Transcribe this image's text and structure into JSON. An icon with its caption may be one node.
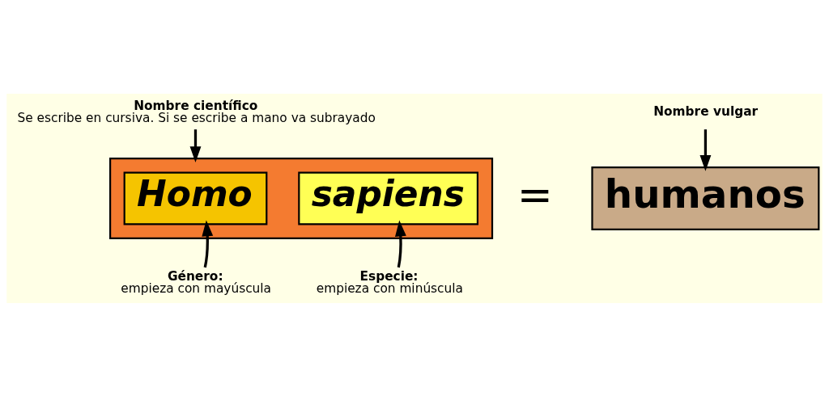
{
  "diagram": {
    "nodes": [
      {
        "text": [],
        "shape": "box"
      },
      {
        "text": [
          "Homo"
        ],
        "in": 0
      },
      {
        "text": [
          "sapiens"
        ],
        "in": 0
      },
      {
        "text": [
          "humanos"
        ]
      },
      {
        "text": [
          "Nombre científico",
          "Se escribe en cursiva. Si se escribe a mano va subrayado"
        ]
      },
      {
        "text": [
          "Nombre vulgar"
        ]
      },
      {
        "text": [
          "Género:",
          "empieza con mayúscula"
        ]
      },
      {
        "text": [
          "Especie:",
          "empieza con minúscula"
        ]
      }
    ],
    "edges": [
      {
        "from": 4,
        "to": 0,
        "arrow": "to"
      },
      {
        "from": 5,
        "to": 3,
        "arrow": "to"
      },
      {
        "from": 6,
        "to": 1,
        "arrow": "to"
      },
      {
        "from": 7,
        "to": 2,
        "arrow": "to"
      }
    ],
    "labels": [
      "="
    ]
  }
}
